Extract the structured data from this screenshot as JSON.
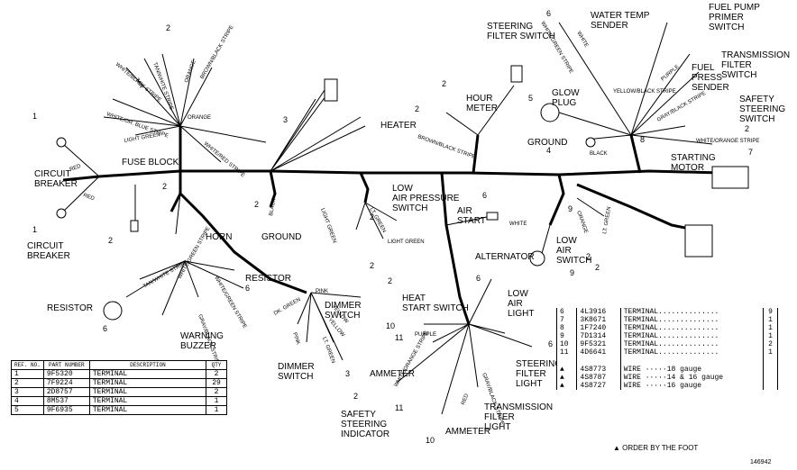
{
  "labels": {
    "fuse_block": "FUSE BLOCK",
    "circuit_breaker_top": "CIRCUIT\nBREAKER",
    "circuit_breaker_bottom": "CIRCUIT\nBREAKER",
    "resistor_left": "RESISTOR",
    "resistor_mid": "RESISTOR",
    "horn": "HORN",
    "warning_buzzer": "WARNING\nBUZZER",
    "ground_left": "GROUND",
    "dimmer_switch_upper": "DIMMER\nSWITCH",
    "dimmer_switch_lower": "DIMMER\nSWITCH",
    "heater": "HEATER",
    "low_air_pressure_switch": "LOW\nAIR PRESSURE\nSWITCH",
    "hour_meter": "HOUR\nMETER",
    "steering_filter_switch": "STEERING\nFILTER SWITCH",
    "water_temp_sender": "WATER TEMP\nSENDER",
    "fuel_pump_primer_switch": "FUEL PUMP\nPRIMER\nSWITCH",
    "transmission_filter_switch": "TRANSMISSION\nFILTER\nSWITCH",
    "fuel_press_sender": "FUEL\nPRESS\nSENDER",
    "safety_steering_switch": "SAFETY\nSTEERING\nSWITCH",
    "glow_plug": "GLOW\nPLUG",
    "ground_right": "GROUND",
    "starting_motor": "STARTING\nMOTOR",
    "air_start": "AIR\nSTART",
    "alternator": "ALTERNATOR",
    "low_air_switch": "LOW\nAIR\nSWITCH",
    "heat_start_switch": "HEAT\nSTART SWITCH",
    "low_air_light": "LOW\nAIR\nLIGHT",
    "ammeter_upper": "AMMETER",
    "ammeter_lower": "AMMETER",
    "steering_filter_light": "STEERING\nFILTER\nLIGHT",
    "transmission_filter_light": "TRANSMISSION\nFILTER\nLIGHT",
    "safety_steering_indicator": "SAFETY\nSTEERING\nINDICATOR"
  },
  "wire_colors": [
    "RED",
    "RED",
    "TAN",
    "WHITE/OR. BLUE STRIPE",
    "LIGHT GREEN",
    "WHITE/BLACK STRIPE",
    "TAN/WHITE STRIPE",
    "ORANGE",
    "BROWN/BLACK STRIPE",
    "ORANGE",
    "WHITE/RED STRIPE",
    "BLACK",
    "BROWN/BLACK STRIPE",
    "LIGHT GREEN",
    "LT. GREEN",
    "LIGHT GREEN",
    "WHITE/GREEN STRIPE",
    "PINK",
    "YELLOW",
    "DK. GREEN",
    "PINK",
    "LT. GREEN",
    "PURPLE",
    "BLACK",
    "YELLOW/BLACK STRIPE",
    "GRAY/BLACK STRIPE",
    "WHITE/ORANGE STRIPE",
    "WHITE",
    "ORANGE",
    "LT. GREEN",
    "WHITE",
    "PURPLE",
    "WHITE/GREEN STRIPE",
    "RED",
    "WHITE/ORANGE STRIPE",
    "GRAY/BLACK STRIPE",
    "TAN/WHITE STRIPE",
    "WHITE/GREEN STRIPE",
    "GRAY/BLACK STRIPE",
    "YELLOW"
  ],
  "callouts": [
    "1",
    "1",
    "2",
    "2",
    "2",
    "2",
    "2",
    "2",
    "2",
    "2",
    "2",
    "2",
    "2",
    "2",
    "2",
    "3",
    "3",
    "4",
    "5",
    "6",
    "6",
    "6",
    "6",
    "6",
    "6",
    "7",
    "8",
    "9",
    "9",
    "10",
    "10",
    "11",
    "11"
  ],
  "parts_table_left": {
    "headers": [
      "REF. NO.",
      "PART NUMBER",
      "DESCRIPTION",
      "QTY"
    ],
    "rows": [
      {
        "ref": "1",
        "part": "9F5320",
        "desc": "TERMINAL",
        "qty": "2"
      },
      {
        "ref": "2",
        "part": "7F9224",
        "desc": "TERMINAL",
        "qty": "29"
      },
      {
        "ref": "3",
        "part": "2D8757",
        "desc": "TERMINAL",
        "qty": "2"
      },
      {
        "ref": "4",
        "part": "8M537",
        "desc": "TERMINAL",
        "qty": "1"
      },
      {
        "ref": "5",
        "part": "9F6935",
        "desc": "TERMINAL",
        "qty": "1"
      }
    ]
  },
  "parts_table_right": {
    "rows": [
      {
        "ref": "6",
        "part": "4L3916",
        "desc": "TERMINAL",
        "qty": "9"
      },
      {
        "ref": "7",
        "part": "3K8671",
        "desc": "TERMINAL",
        "qty": "1"
      },
      {
        "ref": "8",
        "part": "1F7240",
        "desc": "TERMINAL",
        "qty": "1"
      },
      {
        "ref": "9",
        "part": "7D1314",
        "desc": "TERMINAL",
        "qty": "1"
      },
      {
        "ref": "10",
        "part": "9F5321",
        "desc": "TERMINAL",
        "qty": "2"
      },
      {
        "ref": "11",
        "part": "4D6641",
        "desc": "TERMINAL",
        "qty": "1"
      }
    ],
    "wire_rows": [
      {
        "ref": "▲",
        "part": "4S8773",
        "desc": "WIRE",
        "note": "18 gauge"
      },
      {
        "ref": "▲",
        "part": "4S8787",
        "desc": "WIRE",
        "note": "14 & 16 gauge"
      },
      {
        "ref": "▲",
        "part": "4S8727",
        "desc": "WIRE",
        "note": "16 gauge"
      }
    ]
  },
  "footnote": "▲ ORDER BY THE FOOT",
  "drawing_number": "146942"
}
